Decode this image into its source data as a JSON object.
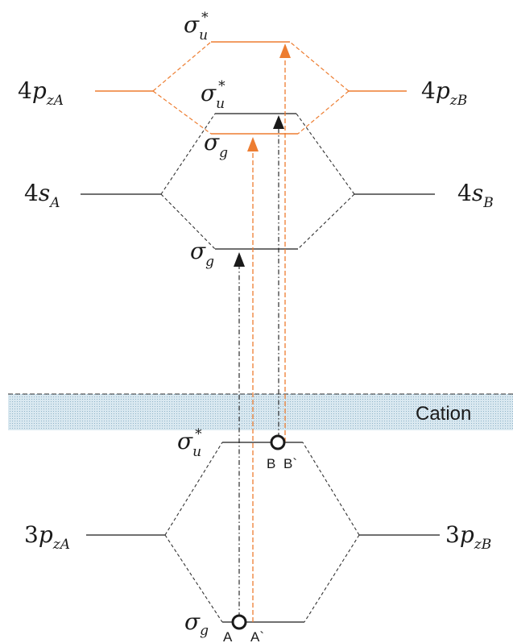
{
  "colors": {
    "black": "#1a1a1a",
    "orange": "#ed7d31",
    "band_fill": "#cfe0ea",
    "band_edge": "#333333"
  },
  "labels": {
    "sigma_u_star_top": {
      "base": "σ",
      "sub": "u",
      "sup": "*"
    },
    "p4_left": {
      "num": "4",
      "base": "p",
      "sub": "zA"
    },
    "p4_right": {
      "num": "4",
      "base": "p",
      "sub": "zB"
    },
    "sigma_u_star_mid": {
      "base": "σ",
      "sub": "u",
      "sup": "*"
    },
    "sigma_g_upper": {
      "base": "σ",
      "sub": "g"
    },
    "s4_left": {
      "num": "4",
      "base": "s",
      "sub": "A"
    },
    "s4_right": {
      "num": "4",
      "base": "s",
      "sub": "B"
    },
    "sigma_g_mid": {
      "base": "σ",
      "sub": "g"
    },
    "cation": "Cation",
    "sigma_u_star_low": {
      "base": "σ",
      "sub": "u",
      "sup": "*"
    },
    "B": "B",
    "B_prime": "B`",
    "p3_left": {
      "num": "3",
      "base": "p",
      "sub": "zA"
    },
    "p3_right": {
      "num": "3",
      "base": "p",
      "sub": "zB"
    },
    "sigma_g_low": {
      "base": "σ",
      "sub": "g"
    },
    "A": "A",
    "A_prime": "A`"
  }
}
